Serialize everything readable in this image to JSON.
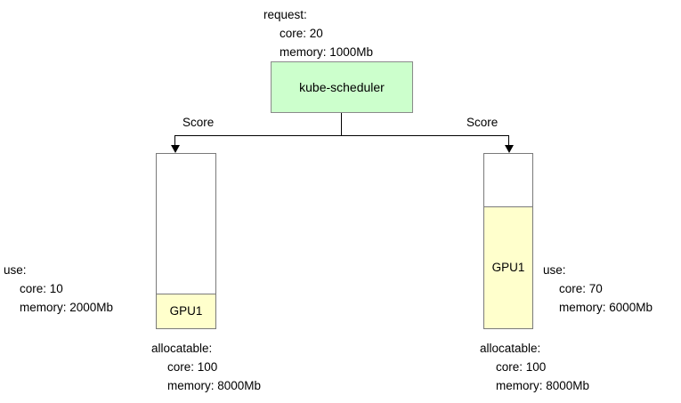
{
  "diagram": {
    "request": {
      "title": "request:",
      "core": "core: 20",
      "memory": "memory: 1000Mb"
    },
    "scheduler": {
      "label": "kube-scheduler",
      "fill_color": "#ccffcc",
      "border_color": "#8a8a8a"
    },
    "edges": {
      "left_label": "Score",
      "right_label": "Score"
    },
    "nodes": [
      {
        "id": "left",
        "bar_label": "GPU1",
        "used_fraction": 0.2,
        "used_color": "#ffffcc",
        "free_color": "#ffffff",
        "use": {
          "title": "use:",
          "core": "core: 10",
          "memory": "memory: 2000Mb"
        },
        "allocatable": {
          "title": "allocatable:",
          "core": "core: 100",
          "memory": "memory: 8000Mb"
        }
      },
      {
        "id": "right",
        "bar_label": "GPU1",
        "used_fraction": 0.7,
        "used_color": "#ffffcc",
        "free_color": "#ffffff",
        "use": {
          "title": "use:",
          "core": "core: 70",
          "memory": "memory: 6000Mb"
        },
        "allocatable": {
          "title": "allocatable:",
          "core": "core: 100",
          "memory": "memory: 8000Mb"
        }
      }
    ]
  }
}
